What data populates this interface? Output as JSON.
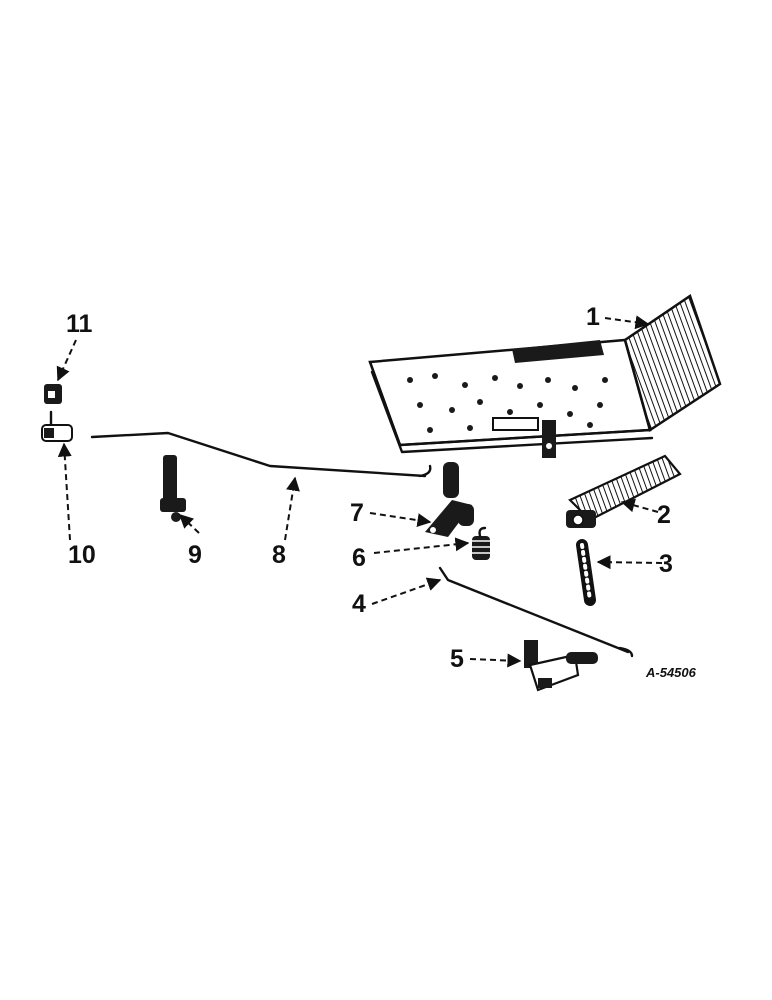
{
  "diagram": {
    "figure_id": "A-54506",
    "callouts": [
      {
        "number": "1"
      },
      {
        "number": "2"
      },
      {
        "number": "3"
      },
      {
        "number": "4"
      },
      {
        "number": "5"
      },
      {
        "number": "6"
      },
      {
        "number": "7"
      },
      {
        "number": "8"
      },
      {
        "number": "9"
      },
      {
        "number": "10"
      },
      {
        "number": "11"
      }
    ]
  }
}
